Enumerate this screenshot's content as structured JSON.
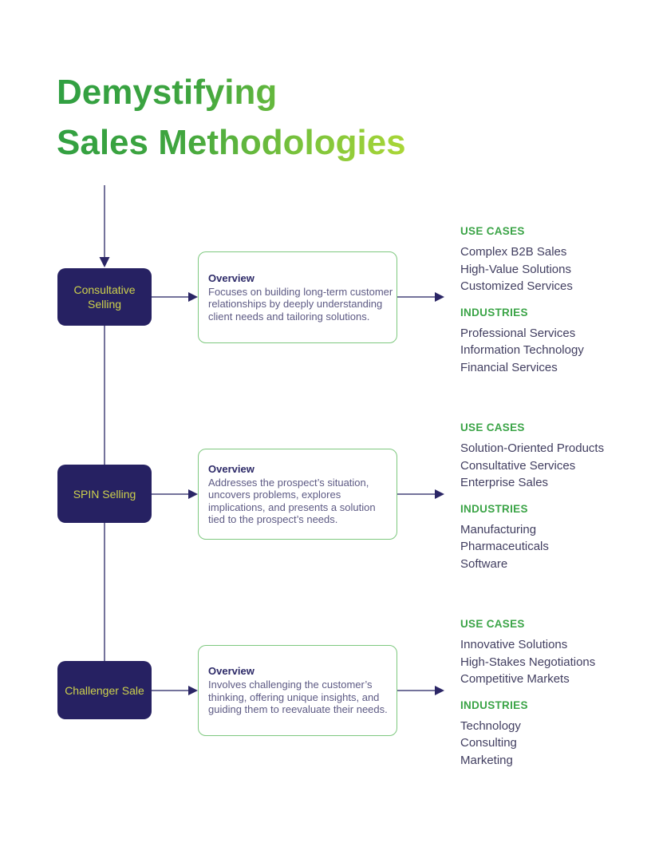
{
  "title": {
    "line1": "Demystifying",
    "line2": "Sales Methodologies"
  },
  "sections": [
    {
      "label": "Consultative Selling",
      "overview_heading": "Overview",
      "overview_body": "Focuses on building long-term customer relationships by deeply understanding client needs and tailoring solutions.",
      "use_cases_heading": "USE CASES",
      "use_cases": [
        "Complex B2B Sales",
        "High-Value Solutions",
        "Customized Services"
      ],
      "industries_heading": "INDUSTRIES",
      "industries": [
        "Professional Services",
        "Information Technology",
        "Financial Services"
      ]
    },
    {
      "label": "SPIN Selling",
      "overview_heading": "Overview",
      "overview_body": "Addresses the prospect’s situation, uncovers problems, explores implications, and presents a solution tied to the prospect’s needs.",
      "use_cases_heading": "USE CASES",
      "use_cases": [
        "Solution-Oriented Products",
        "Consultative Services",
        "Enterprise Sales"
      ],
      "industries_heading": "INDUSTRIES",
      "industries": [
        "Manufacturing",
        "Pharmaceuticals",
        "Software"
      ]
    },
    {
      "label": "Challenger Sale",
      "overview_heading": "Overview",
      "overview_body": "Involves challenging the customer’s thinking, offering unique insights, and guiding them to reevaluate their needs.",
      "use_cases_heading": "USE CASES",
      "use_cases": [
        "Innovative Solutions",
        "High-Stakes Negotiations",
        "Competitive Markets"
      ],
      "industries_heading": "INDUSTRIES",
      "industries": [
        "Technology",
        "Consulting",
        "Marketing"
      ]
    }
  ],
  "colors": {
    "title_gradient_start": "#2f9f42",
    "title_gradient_end": "#aed836",
    "method_box_bg": "#262162",
    "method_box_text": "#cdd14c",
    "overview_border": "#7ec87f",
    "overview_heading": "#2d2a68",
    "overview_body": "#5d5a84",
    "detail_heading": "#3ba447",
    "detail_item": "#413e60",
    "connector_line": "#74739b",
    "arrowhead": "#2b2666"
  }
}
